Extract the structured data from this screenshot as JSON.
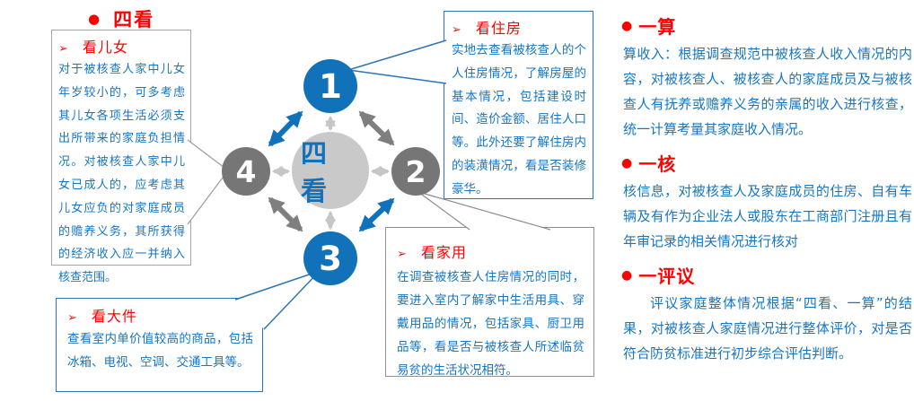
{
  "colors": {
    "accent_red": "#ff0000",
    "node_blue": "#1172ba",
    "node_gray": "#767676",
    "center_gray": "#c9c9c9",
    "border_blue": "#2e75b6",
    "border_gray": "#9c9c9c",
    "text_blue": "#1776c2"
  },
  "title": {
    "bullet": "●",
    "text": "四看"
  },
  "center": {
    "label": "四看"
  },
  "nodes": [
    {
      "num": "1"
    },
    {
      "num": "2"
    },
    {
      "num": "3"
    },
    {
      "num": "4"
    }
  ],
  "boxes": [
    {
      "marker": "➢",
      "title": "看儿女",
      "body": "对于被核查人家中儿女年岁较小的，可多考虑其儿女各项生活必须支出所带来的家庭负担情况。对被核查人家中儿女已成人的，应考虑其儿女应负的对家庭成员的赡养义务，其所获得的经济收入应一并纳入核查范围。"
    },
    {
      "marker": "➢",
      "title": "看住房",
      "body": "实地去查看被核查人的个人住房情况，了解房屋的基本情况，包括建设时间、造价金额、居住人口等。此外还要了解住房内的装潢情况，看是否装修豪华。"
    },
    {
      "marker": "➢",
      "title": "看家用",
      "body": "在调查被核查人住房情况的同时，要进入室内了解家中生活用具、穿戴用品的情况，包括家具、厨卫用品等，看是否与被核查人所述临贫易贫的生活状况相符。"
    },
    {
      "marker": "➢",
      "title": "看大件",
      "body": "查看室内单价值较高的商品，包括冰箱、电视、空调、交通工具等。"
    }
  ],
  "right_sections": [
    {
      "bullet": "●",
      "title": "一算",
      "body": "算收入：根据调查规范中被核查人收入情况的内容，对被核查人、被核查人的家庭成员及与被核查人有抚养或赡养义务的亲属的收入进行核查，统一计算考量其家庭收入情况。"
    },
    {
      "bullet": "●",
      "title": "一核",
      "body": "核信息，对被核查人及家庭成员的住房、自有车辆及有作为企业法人或股东在工商部门注册且有年审记录的相关情况进行核对"
    },
    {
      "bullet": "●",
      "title": "一评议",
      "body": "评议家庭整体情况根据“四看、一算”的结果，对被核查人家庭情况进行整体评价，对是否符合防贫标准进行初步综合评估判断。"
    }
  ]
}
